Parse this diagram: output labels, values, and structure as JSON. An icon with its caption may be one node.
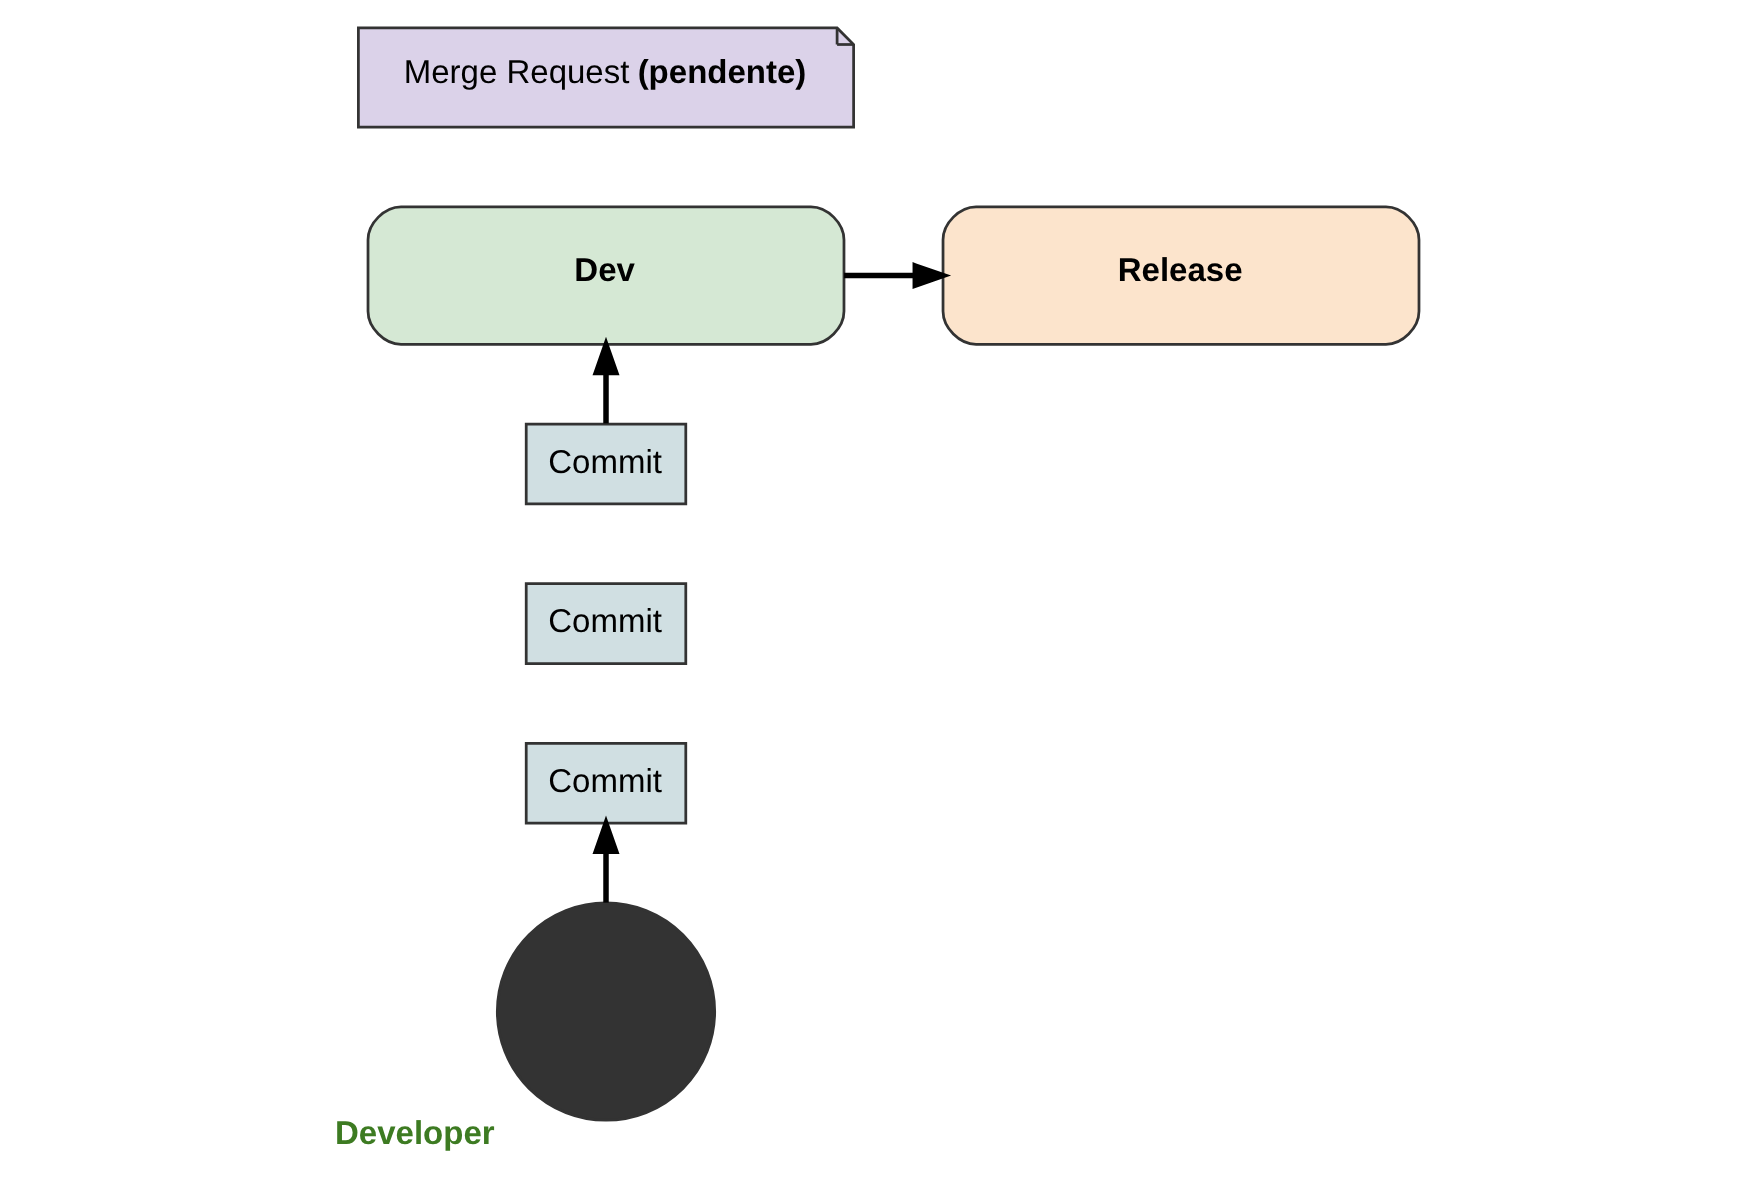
{
  "diagram": {
    "nodes": [
      {
        "text": [
          "Dev"
        ]
      },
      {
        "text": [
          "Release"
        ]
      },
      {
        "text": [
          "Merge Request **(pendente)**"
        ]
      },
      {
        "text": [
          "Commit"
        ]
      },
      {
        "text": [
          "Commit"
        ]
      },
      {
        "text": [
          "Commit"
        ]
      },
      {
        "text": [
          "Developer"
        ]
      }
    ],
    "edges": [
      {
        "from": 6,
        "to": 5,
        "arrow": "to"
      },
      {
        "from": 3,
        "to": 0,
        "arrow": "to"
      },
      {
        "from": 0,
        "to": 1,
        "arrow": "to"
      }
    ]
  }
}
